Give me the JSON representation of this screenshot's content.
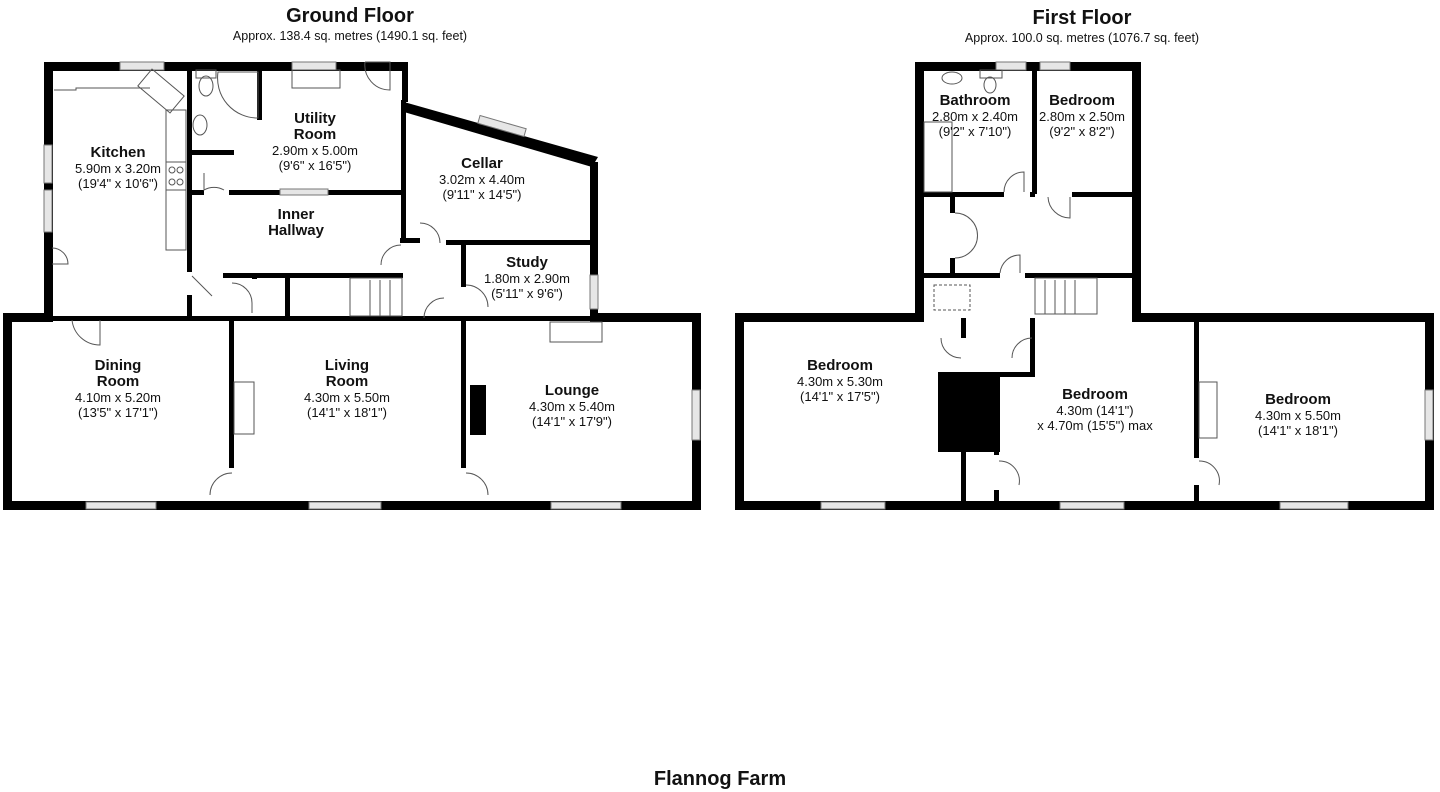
{
  "ground_floor": {
    "title": "Ground Floor",
    "area": "Approx. 138.4 sq. metres (1490.1 sq. feet)",
    "rooms": {
      "kitchen": {
        "name": "Kitchen",
        "metric": "5.90m x 3.20m",
        "imperial": "(19'4\" x 10'6\")"
      },
      "utility": {
        "name1": "Utility",
        "name2": "Room",
        "metric": "2.90m x 5.00m",
        "imperial": "(9'6\" x 16'5\")"
      },
      "inner_hallway": {
        "name1": "Inner",
        "name2": "Hallway"
      },
      "cellar": {
        "name": "Cellar",
        "metric": "3.02m x 4.40m",
        "imperial": "(9'11\" x 14'5\")"
      },
      "study": {
        "name": "Study",
        "metric": "1.80m x 2.90m",
        "imperial": "(5'11\" x 9'6\")"
      },
      "dining": {
        "name1": "Dining",
        "name2": "Room",
        "metric": "4.10m x 5.20m",
        "imperial": "(13'5\" x 17'1\")"
      },
      "living": {
        "name1": "Living",
        "name2": "Room",
        "metric": "4.30m x 5.50m",
        "imperial": "(14'1\" x 18'1\")"
      },
      "lounge": {
        "name": "Lounge",
        "metric": "4.30m x 5.40m",
        "imperial": "(14'1\" x 17'9\")"
      }
    }
  },
  "first_floor": {
    "title": "First Floor",
    "area": "Approx. 100.0 sq. metres (1076.7 sq. feet)",
    "rooms": {
      "bathroom": {
        "name": "Bathroom",
        "metric": "2.80m x 2.40m",
        "imperial": "(9'2\" x 7'10\")"
      },
      "bedroom_small": {
        "name": "Bedroom",
        "metric": "2.80m x 2.50m",
        "imperial": "(9'2\" x 8'2\")"
      },
      "bedroom_west": {
        "name": "Bedroom",
        "metric": "4.30m x 5.30m",
        "imperial": "(14'1\" x 17'5\")"
      },
      "bedroom_middle": {
        "name": "Bedroom",
        "metric": "4.30m (14'1\")",
        "imperial": "x 4.70m (15'5\") max"
      },
      "bedroom_east": {
        "name": "Bedroom",
        "metric": "4.30m x 5.50m",
        "imperial": "(14'1\" x 18'1\")"
      }
    }
  },
  "footer": {
    "property_name": "Flannog Farm"
  },
  "colors": {
    "wall": "#000000",
    "window": "#bdbdbd",
    "fixture_line": "#666666"
  }
}
